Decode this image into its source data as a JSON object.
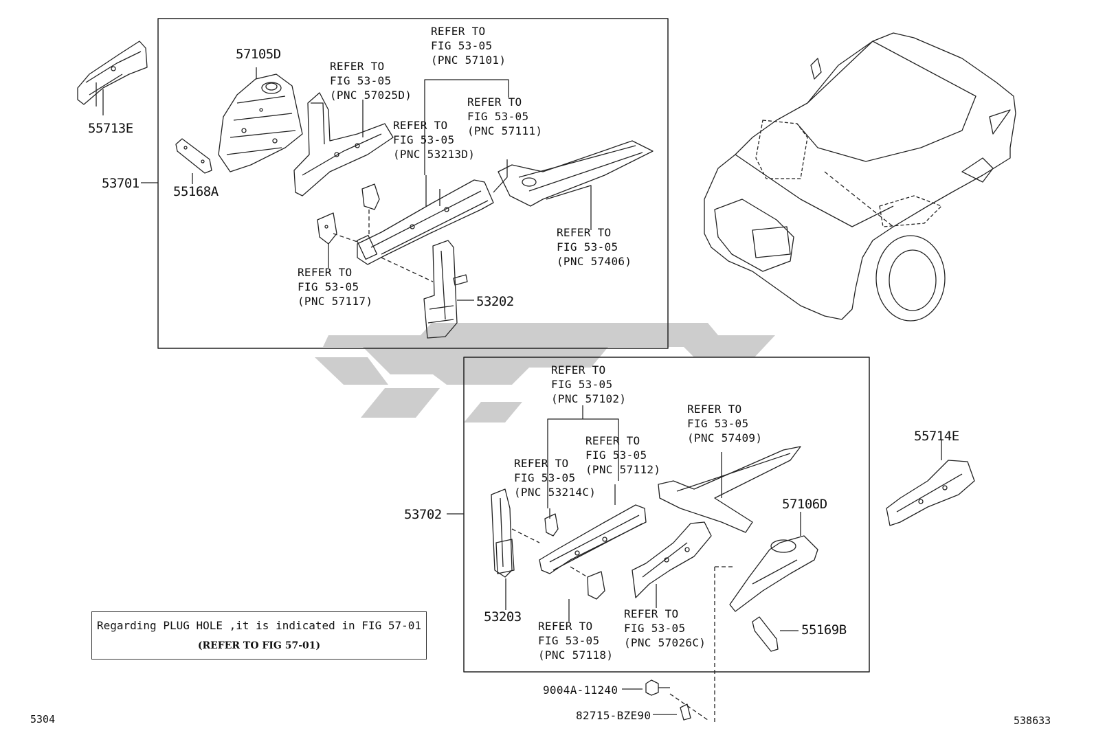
{
  "parts": {
    "p55713E": "55713E",
    "p57105D": "57105D",
    "p53701": "53701",
    "p55168A": "55168A",
    "p53202": "53202",
    "p53702": "53702",
    "p53203": "53203",
    "p57106D": "57106D",
    "p55169B": "55169B",
    "p55714E": "55714E",
    "p9004A": "9004A-11240",
    "p82715": "82715-BZE90"
  },
  "refs": {
    "r57025D": "REFER TO\nFIG 53-05\n(PNC 57025D)",
    "r57101": "REFER TO\nFIG 53-05\n(PNC 57101)",
    "r57111": "REFER TO\nFIG 53-05\n(PNC 57111)",
    "r53213D": "REFER TO\nFIG 53-05\n(PNC 53213D)",
    "r57406": "REFER TO\nFIG 53-05\n(PNC 57406)",
    "r57117": "REFER TO\nFIG 53-05\n(PNC 57117)",
    "r57102": "REFER TO\nFIG 53-05\n(PNC 57102)",
    "r57112": "REFER TO\nFIG 53-05\n(PNC 57112)",
    "r53214C": "REFER TO\nFIG 53-05\n(PNC 53214C)",
    "r57409": "REFER TO\nFIG 53-05\n(PNC 57409)",
    "r57118": "REFER TO\nFIG 53-05\n(PNC 57118)",
    "r57026C": "REFER TO\nFIG 53-05\n(PNC 57026C)"
  },
  "note": {
    "line1": "Regarding PLUG HOLE ,it is indicated in FIG 57-01",
    "line2": "(REFER TO FIG 57-01)"
  },
  "footer": {
    "left_code": "5304",
    "right_code": "538633"
  },
  "watermark": {
    "color": "#c8c8c8"
  }
}
